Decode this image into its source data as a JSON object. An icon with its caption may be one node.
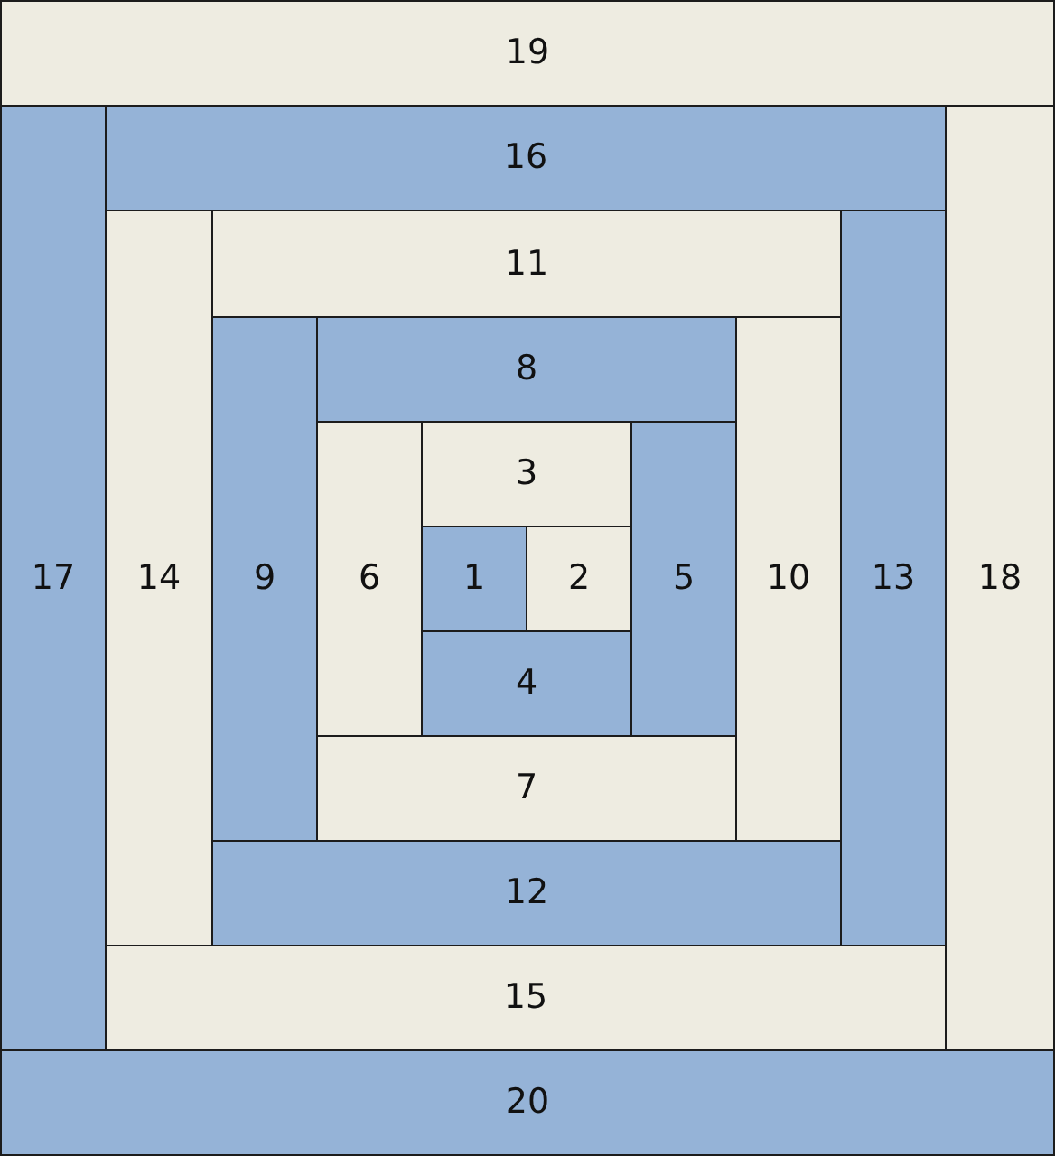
{
  "diagram": {
    "nodes": [
      {
        "text": [
          "19"
        ]
      },
      {
        "text": [
          "17"
        ]
      },
      {
        "text": [
          "16"
        ]
      },
      {
        "text": [
          "18"
        ]
      },
      {
        "text": [
          "14"
        ]
      },
      {
        "text": [
          "11"
        ]
      },
      {
        "text": [
          "13"
        ]
      },
      {
        "text": [
          "9"
        ]
      },
      {
        "text": [
          "8"
        ]
      },
      {
        "text": [
          "10"
        ]
      },
      {
        "text": [
          "6"
        ]
      },
      {
        "text": [
          "3"
        ]
      },
      {
        "text": [
          "5"
        ]
      },
      {
        "text": [
          "1"
        ]
      },
      {
        "text": [
          "2"
        ]
      },
      {
        "text": [
          "4"
        ]
      },
      {
        "text": [
          "7"
        ]
      },
      {
        "text": [
          "12"
        ]
      },
      {
        "text": [
          "15"
        ]
      },
      {
        "text": [
          "20"
        ]
      }
    ]
  }
}
